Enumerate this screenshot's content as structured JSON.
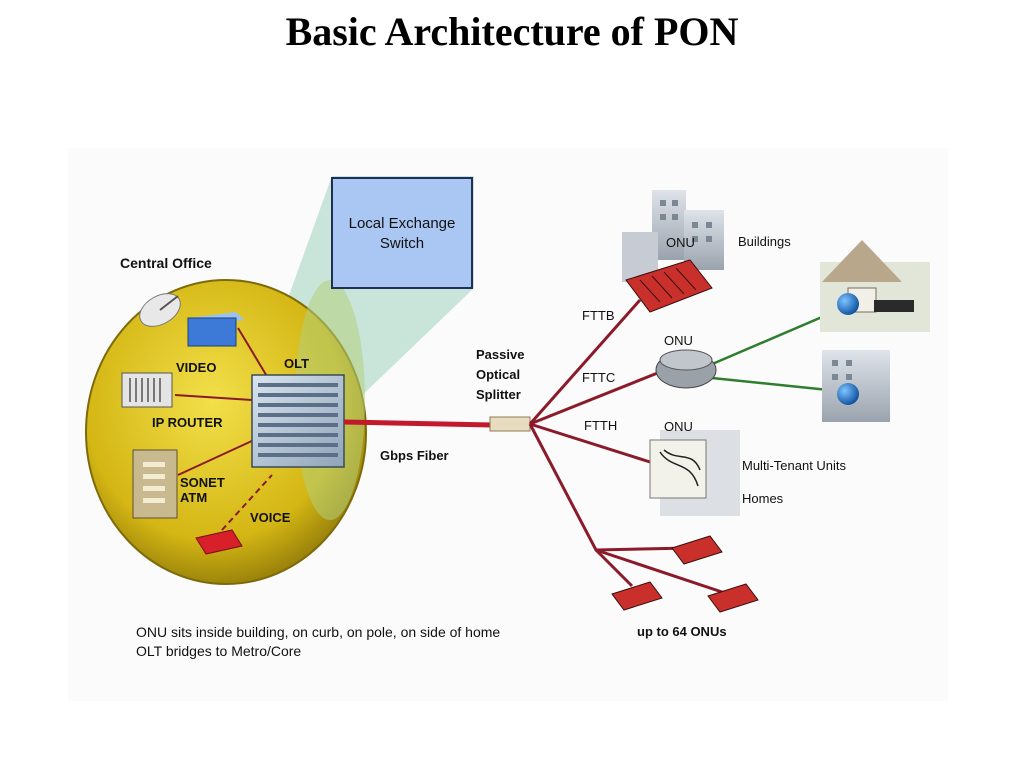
{
  "title": "Basic Architecture of  PON",
  "central_office": {
    "label": "Central Office",
    "video": "VIDEO",
    "ip_router": "IP ROUTER",
    "sonet_atm_line1": "SONET",
    "sonet_atm_line2": "ATM",
    "voice": "VOICE",
    "olt": "OLT"
  },
  "switch_callout": {
    "line1": "Local Exchange",
    "line2": "Switch"
  },
  "splitter": {
    "line1": "Passive",
    "line2": "Optical",
    "line3": "Splitter"
  },
  "fiber_label": "Gbps Fiber",
  "branches": {
    "fttb": "FTTB",
    "fttc": "FTTC",
    "ftth": "FTTH"
  },
  "onu_label": "ONU",
  "buildings_label": "Buildings",
  "mtu_label": "Multi-Tenant Units",
  "homes_label": "Homes",
  "onus_count_label": "up to 64 ONUs",
  "notes": [
    "ONU sits inside building, on curb, on pole, on side of home",
    "OLT bridges to Metro/Core"
  ],
  "colors": {
    "fiber": "#8b1a2a",
    "office_circle": "#d8bf1a",
    "switch_box": "#a9c7f2",
    "green_link": "#2f7d2f"
  }
}
